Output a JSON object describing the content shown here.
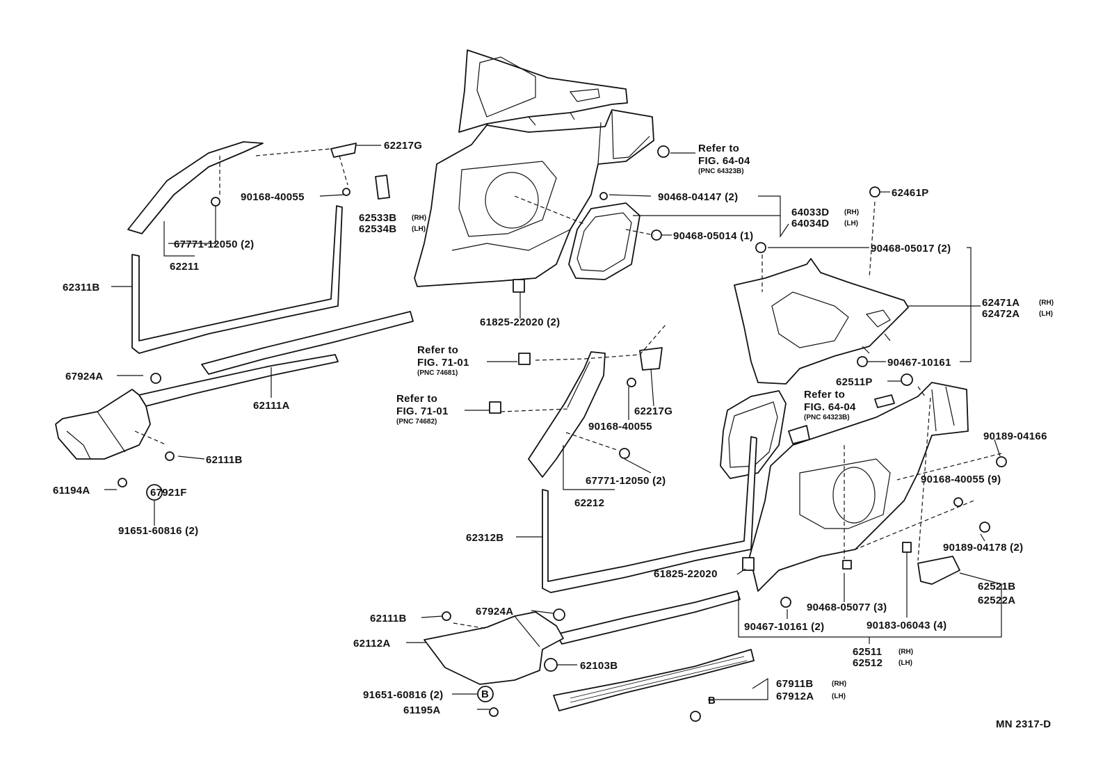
{
  "diagram_code": "MN 2317-D",
  "labels": [
    {
      "id": "l1",
      "text": "62217G"
    },
    {
      "id": "l2",
      "text": "90168-40055"
    },
    {
      "id": "l3",
      "text": "62533B"
    },
    {
      "id": "l3s",
      "text": "(RH)"
    },
    {
      "id": "l4",
      "text": "62534B"
    },
    {
      "id": "l4s",
      "text": "(LH)"
    },
    {
      "id": "l5",
      "text": "67771-12050 (2)"
    },
    {
      "id": "l6",
      "text": "62211"
    },
    {
      "id": "l7",
      "text": "62311B"
    },
    {
      "id": "l8",
      "text": "67924A"
    },
    {
      "id": "l9",
      "text": "62111A"
    },
    {
      "id": "l10",
      "text": "62111B"
    },
    {
      "id": "l11",
      "text": "61194A"
    },
    {
      "id": "l12",
      "text": "91651-60816 (2)"
    },
    {
      "id": "l13",
      "text": "Refer to"
    },
    {
      "id": "l14",
      "text": "FIG. 64-04"
    },
    {
      "id": "l15",
      "text": "(PNC 64323B)"
    },
    {
      "id": "l16",
      "text": "90468-04147 (2)"
    },
    {
      "id": "l17",
      "text": "64033D"
    },
    {
      "id": "l17s",
      "text": "(RH)"
    },
    {
      "id": "l18",
      "text": "64034D"
    },
    {
      "id": "l18s",
      "text": "(LH)"
    },
    {
      "id": "l19",
      "text": "90468-05014 (1)"
    },
    {
      "id": "l20",
      "text": "62461P"
    },
    {
      "id": "l21",
      "text": "90468-05017 (2)"
    },
    {
      "id": "l22",
      "text": "62471A"
    },
    {
      "id": "l22s",
      "text": "(RH)"
    },
    {
      "id": "l23",
      "text": "62472A"
    },
    {
      "id": "l23s",
      "text": "(LH)"
    },
    {
      "id": "l24",
      "text": "90467-10161"
    },
    {
      "id": "l25",
      "text": "61825-22020 (2)"
    },
    {
      "id": "l26",
      "text": "Refer to"
    },
    {
      "id": "l27",
      "text": "FIG. 71-01"
    },
    {
      "id": "l28",
      "text": "(PNC 74681)"
    },
    {
      "id": "l29",
      "text": "Refer to"
    },
    {
      "id": "l30",
      "text": "FIG. 71-01"
    },
    {
      "id": "l31",
      "text": "(PNC 74682)"
    },
    {
      "id": "l32",
      "text": "62217G"
    },
    {
      "id": "l33",
      "text": "90168-40055"
    },
    {
      "id": "l34",
      "text": "67771-12050 (2)"
    },
    {
      "id": "l35",
      "text": "62212"
    },
    {
      "id": "l36",
      "text": "62511P"
    },
    {
      "id": "l37",
      "text": "Refer to"
    },
    {
      "id": "l38",
      "text": "FIG. 64-04"
    },
    {
      "id": "l39",
      "text": "(PNC 64323B)"
    },
    {
      "id": "l40",
      "text": "90189-04166"
    },
    {
      "id": "l41",
      "text": "90168-40055 (9)"
    },
    {
      "id": "l42",
      "text": "90189-04178 (2)"
    },
    {
      "id": "l43",
      "text": "62312B"
    },
    {
      "id": "l44",
      "text": "61825-22020"
    },
    {
      "id": "l45",
      "text": "62521B"
    },
    {
      "id": "l46",
      "text": "62522A"
    },
    {
      "id": "l47",
      "text": "90468-05077 (3)"
    },
    {
      "id": "l48",
      "text": "90467-10161 (2)"
    },
    {
      "id": "l49",
      "text": "90183-06043 (4)"
    },
    {
      "id": "l50",
      "text": "62511"
    },
    {
      "id": "l50s",
      "text": "(RH)"
    },
    {
      "id": "l51",
      "text": "62512"
    },
    {
      "id": "l51s",
      "text": "(LH)"
    },
    {
      "id": "l52",
      "text": "62111B"
    },
    {
      "id": "l53",
      "text": "67924A"
    },
    {
      "id": "l54",
      "text": "62112A"
    },
    {
      "id": "l55",
      "text": "62103B"
    },
    {
      "id": "l56",
      "text": "91651-60816 (2)"
    },
    {
      "id": "l57",
      "text": "61195A"
    },
    {
      "id": "l58",
      "text": "67911B"
    },
    {
      "id": "l58s",
      "text": "(RH)"
    },
    {
      "id": "l59",
      "text": "67912A"
    },
    {
      "id": "l59s",
      "text": "(LH)"
    },
    {
      "id": "l60",
      "text": "67921F"
    },
    {
      "id": "l61",
      "text": "B"
    },
    {
      "id": "l62",
      "text": "B"
    }
  ]
}
